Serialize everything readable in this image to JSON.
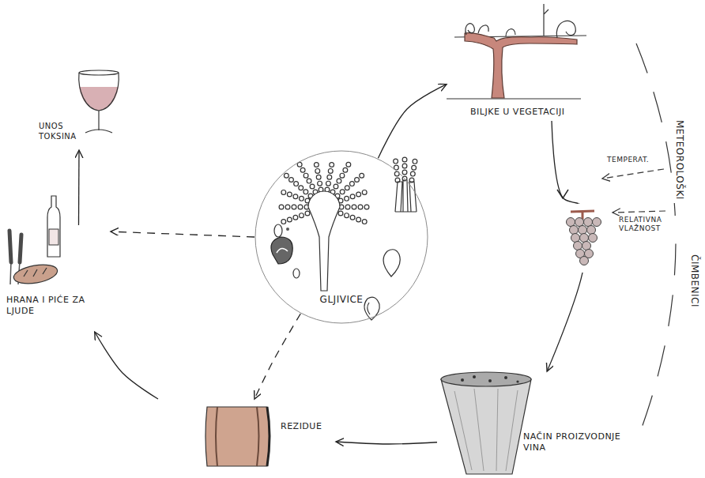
{
  "diagram": {
    "nodes": [
      {
        "text": [
          "GLJIVICE"
        ]
      },
      {
        "text": [
          "BILJKE U VEGETACIJI"
        ]
      },
      {
        "text": [
          "NAČIN PROIZVODNJE VINA"
        ]
      },
      {
        "text": [
          "REZIDUE"
        ]
      },
      {
        "text": [
          "HRANA I PIĆE ZA LJUDE"
        ]
      },
      {
        "text": [
          "UNOS TOKSINA"
        ]
      }
    ],
    "edges": [
      {
        "from": 0,
        "to": 1,
        "arrow": "to"
      },
      {
        "from": 1,
        "to": 2,
        "arrow": "to"
      },
      {
        "from": 2,
        "to": 3,
        "arrow": "to"
      },
      {
        "from": 3,
        "to": 4,
        "arrow": "to"
      },
      {
        "from": 4,
        "to": 5,
        "arrow": "to"
      },
      {
        "from": 0,
        "to": 4,
        "arrow": "to"
      },
      {
        "from": 0,
        "to": 3,
        "arrow": "to"
      }
    ],
    "labels": [
      "TEMPERAT.",
      "RELATIVNA VLAŽNOST",
      "METEOROLOŠKI",
      "ČIMBENICI"
    ]
  }
}
